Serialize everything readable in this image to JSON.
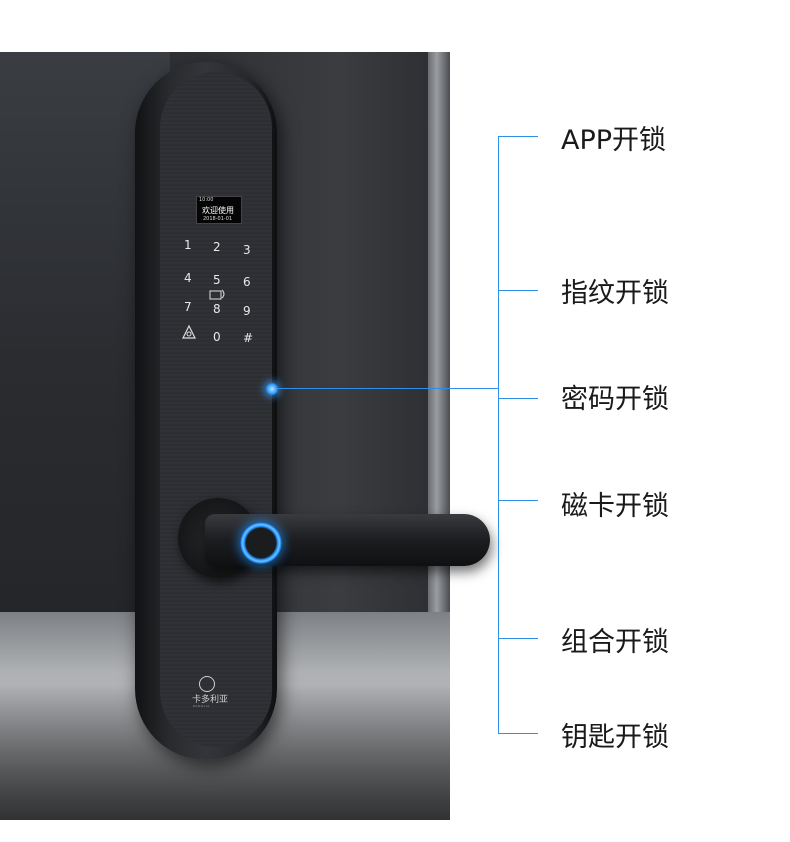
{
  "lock_screen": {
    "time": "10:00",
    "message": "欢迎使用",
    "date": "2018-01-01"
  },
  "keypad": [
    "1",
    "2",
    "3",
    "4",
    "5",
    "6",
    "7",
    "8",
    "9",
    "0",
    "#"
  ],
  "brand": {
    "name": "卡多利亚",
    "subtitle": "KADOLIA"
  },
  "unlock_methods": [
    {
      "label": "APP开锁"
    },
    {
      "label": "指纹开锁"
    },
    {
      "label": "密码开锁"
    },
    {
      "label": "磁卡开锁"
    },
    {
      "label": "组合开锁"
    },
    {
      "label": "钥匙开锁"
    }
  ],
  "colors": {
    "accent_line": "#2f8fe6",
    "label_text": "#1a1a1a"
  }
}
